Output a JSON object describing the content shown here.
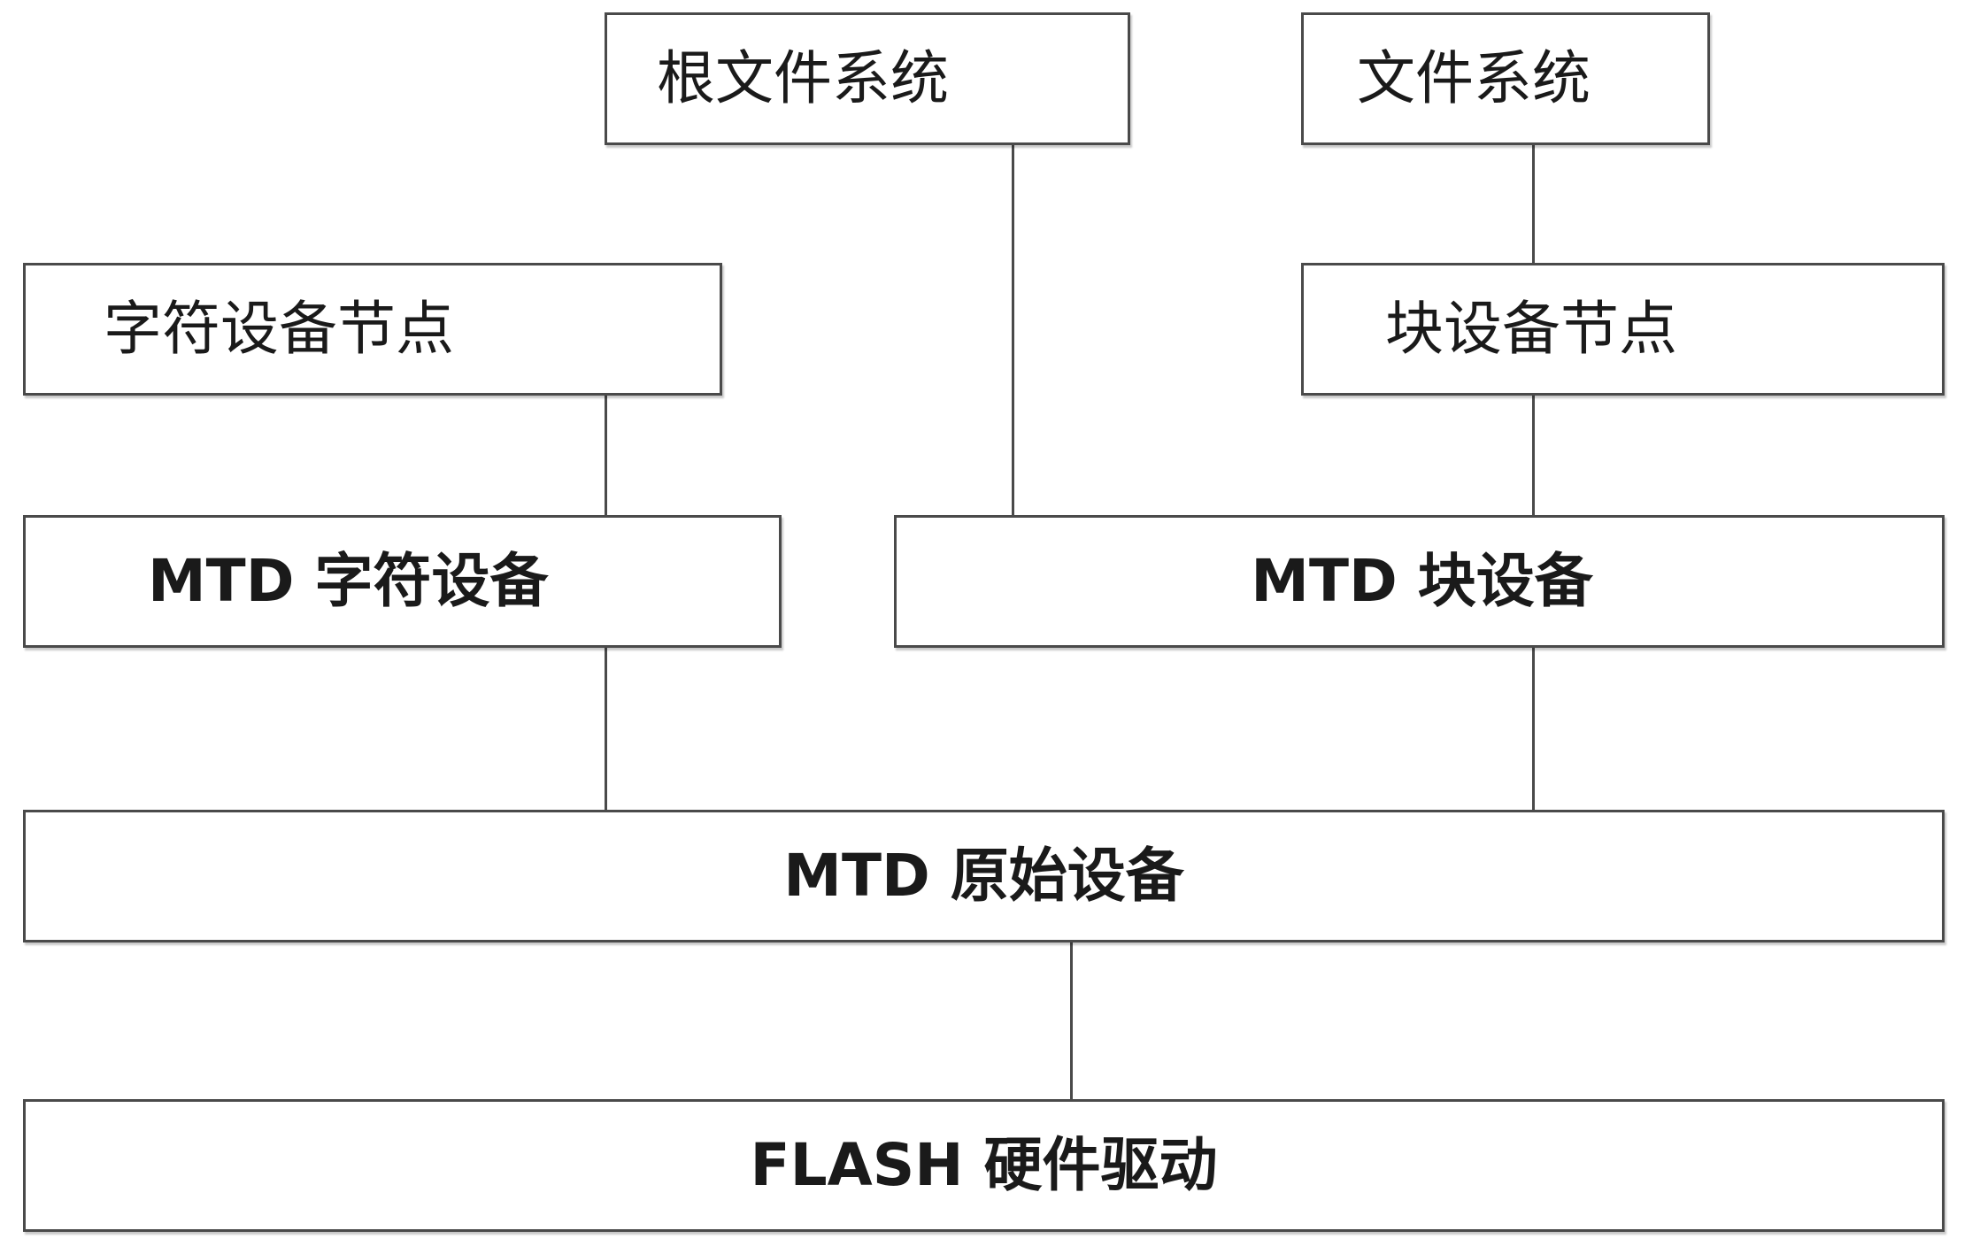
{
  "diagram": {
    "boxes": {
      "root_fs": "根文件系统",
      "file_system": "文件系统",
      "char_device_node": "字符设备节点",
      "block_device_node": "块设备节点",
      "mtd_char_device": "MTD 字符设备",
      "mtd_block_device": "MTD 块设备",
      "mtd_raw_device": "MTD 原始设备",
      "flash_driver": "FLASH 硬件驱动"
    },
    "edges": [
      {
        "from": "root_fs",
        "to": "mtd_block_device"
      },
      {
        "from": "file_system",
        "to": "block_device_node"
      },
      {
        "from": "char_device_node",
        "to": "mtd_char_device"
      },
      {
        "from": "block_device_node",
        "to": "mtd_block_device"
      },
      {
        "from": "mtd_char_device",
        "to": "mtd_raw_device"
      },
      {
        "from": "mtd_block_device",
        "to": "mtd_raw_device"
      },
      {
        "from": "mtd_raw_device",
        "to": "flash_driver"
      }
    ],
    "colors": {
      "border": "#4a4a4a",
      "text": "#1a1a1a",
      "background": "#ffffff"
    }
  }
}
